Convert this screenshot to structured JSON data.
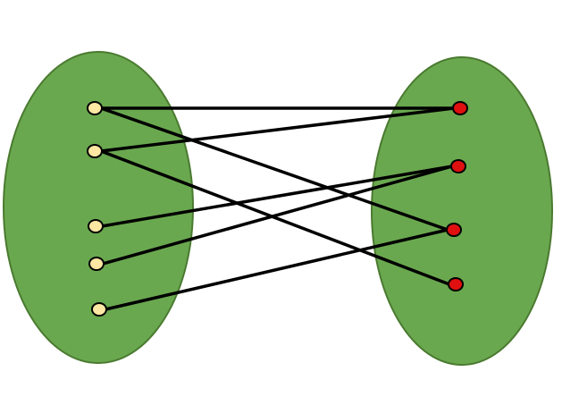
{
  "diagram": {
    "type": "bipartite-mapping",
    "colors": {
      "set_fill": "#6aa84f",
      "set_stroke": "#4a7a30",
      "left_node_fill": "#fde7a3",
      "right_node_fill": "#e01010",
      "node_stroke": "#000000",
      "edge_color": "#000000"
    },
    "left_set": {
      "nodes": [
        "a1",
        "a2",
        "a3",
        "a4",
        "a5"
      ]
    },
    "right_set": {
      "nodes": [
        "b1",
        "b2",
        "b3",
        "b4"
      ]
    },
    "edges": [
      {
        "from": "a1",
        "to": "b1"
      },
      {
        "from": "a1",
        "to": "b3"
      },
      {
        "from": "a2",
        "to": "b1"
      },
      {
        "from": "a2",
        "to": "b4"
      },
      {
        "from": "a3",
        "to": "b2"
      },
      {
        "from": "a4",
        "to": "b2"
      },
      {
        "from": "a5",
        "to": "b3"
      }
    ]
  }
}
